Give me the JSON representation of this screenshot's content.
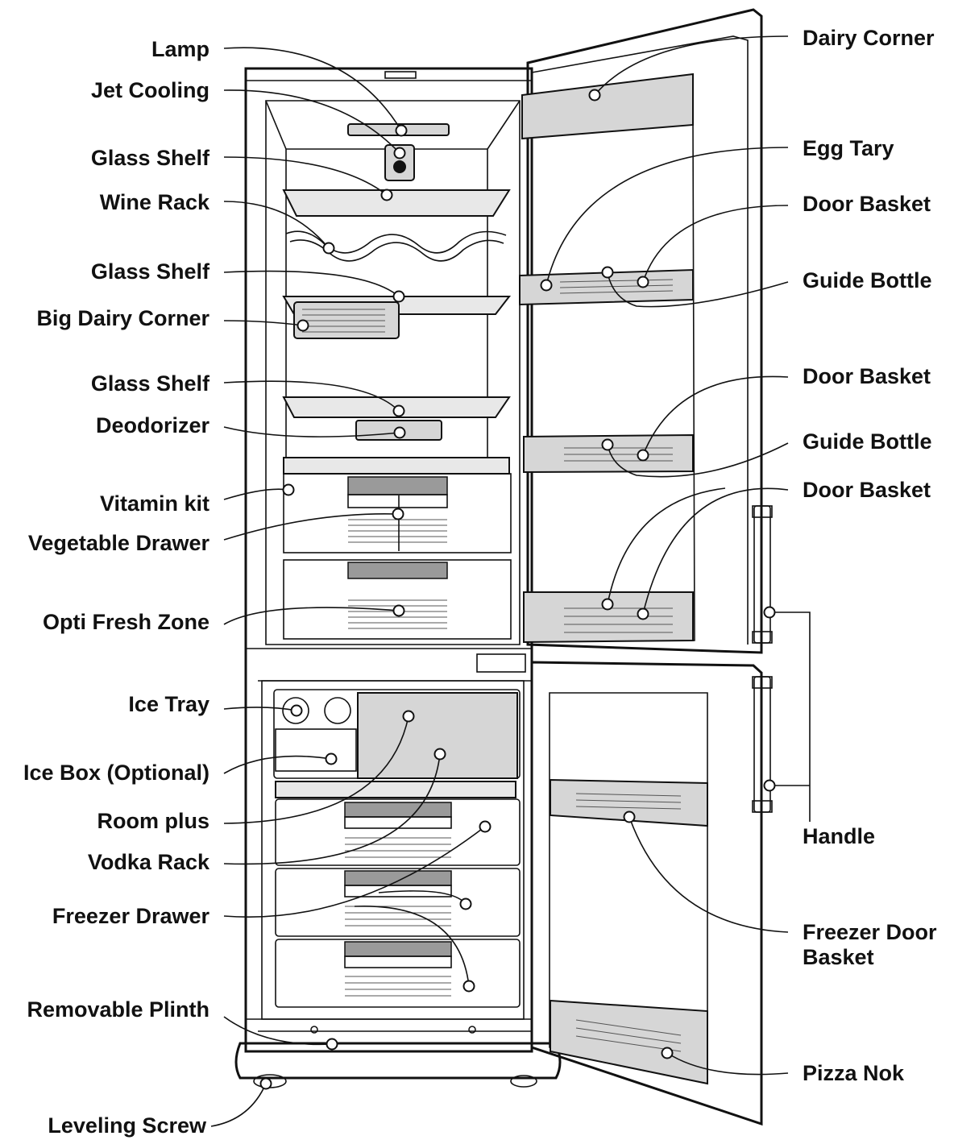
{
  "labels_left": [
    {
      "id": "lamp",
      "text": "Lamp"
    },
    {
      "id": "jet-cooling",
      "text": "Jet Cooling"
    },
    {
      "id": "glass-shelf-1",
      "text": "Glass Shelf"
    },
    {
      "id": "wine-rack",
      "text": "Wine Rack"
    },
    {
      "id": "glass-shelf-2",
      "text": "Glass Shelf"
    },
    {
      "id": "big-dairy-corner",
      "text": "Big Dairy Corner"
    },
    {
      "id": "glass-shelf-3",
      "text": "Glass Shelf"
    },
    {
      "id": "deodorizer",
      "text": "Deodorizer"
    },
    {
      "id": "vitamin-kit",
      "text": "Vitamin kit"
    },
    {
      "id": "vegetable-drawer",
      "text": "Vegetable Drawer"
    },
    {
      "id": "opti-fresh-zone",
      "text": "Opti Fresh Zone"
    },
    {
      "id": "ice-tray",
      "text": "Ice Tray"
    },
    {
      "id": "ice-box",
      "text": "Ice Box (Optional)"
    },
    {
      "id": "room-plus",
      "text": "Room plus"
    },
    {
      "id": "vodka-rack",
      "text": "Vodka Rack"
    },
    {
      "id": "freezer-drawer",
      "text": "Freezer Drawer"
    },
    {
      "id": "removable-plinth",
      "text": "Removable Plinth"
    },
    {
      "id": "leveling-screw",
      "text": "Leveling Screw"
    }
  ],
  "labels_right": [
    {
      "id": "dairy-corner",
      "text": "Dairy Corner"
    },
    {
      "id": "egg-tary",
      "text": "Egg Tary"
    },
    {
      "id": "door-basket-1",
      "text": "Door Basket"
    },
    {
      "id": "guide-bottle-1",
      "text": "Guide Bottle"
    },
    {
      "id": "door-basket-2",
      "text": "Door Basket"
    },
    {
      "id": "guide-bottle-2",
      "text": "Guide Bottle"
    },
    {
      "id": "door-basket-3",
      "text": "Door Basket"
    },
    {
      "id": "handle",
      "text": "Handle"
    },
    {
      "id": "freezer-door-basket-line1",
      "text": "Freezer Door"
    },
    {
      "id": "freezer-door-basket-line2",
      "text": "Basket"
    },
    {
      "id": "pizza-nok",
      "text": "Pizza Nok"
    }
  ]
}
